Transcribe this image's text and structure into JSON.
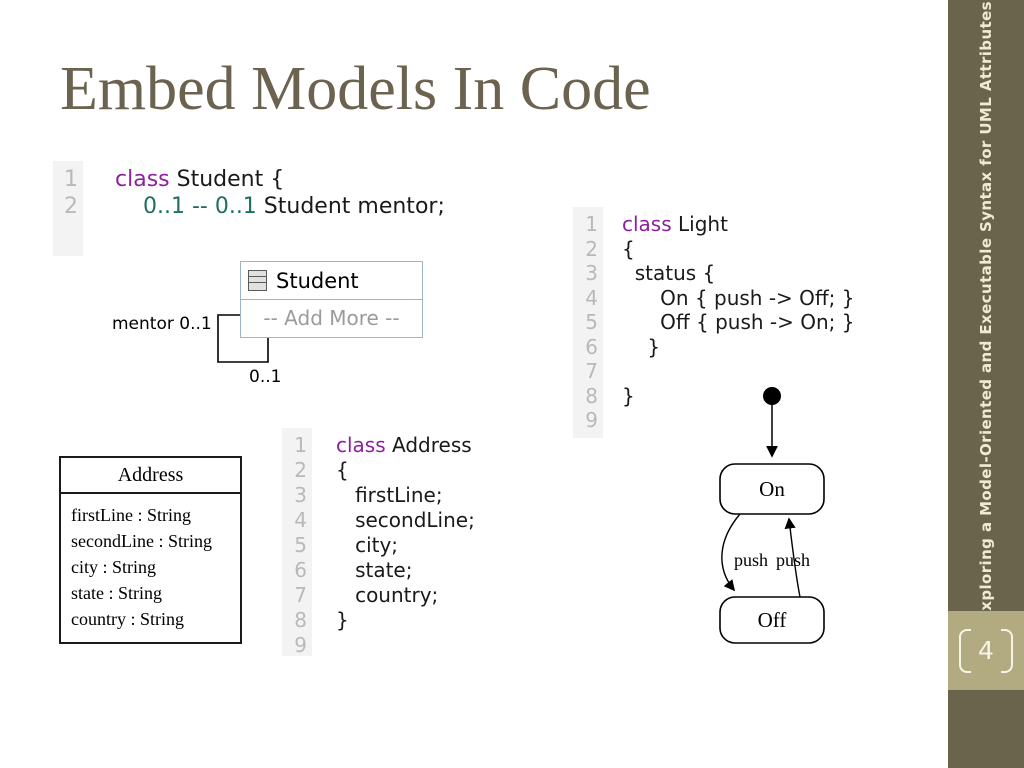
{
  "title": "Embed Models In Code",
  "colors": {
    "title_text": "#6b634f",
    "sidebar_bg": "#6a644d",
    "page_box_bg": "#b2aa81",
    "sidebar_text": "#efead3",
    "code_keyword": "#8e1f9f",
    "code_multiplicity": "#1f6f60",
    "code_plain": "#1a1a1a",
    "gutter_bg": "#f3f3f3",
    "gutter_number": "#b9b9b9",
    "student_box_border": "#9cb7c3",
    "muted_gray": "#9b9b9b"
  },
  "code_blocks": [
    {
      "id": "cb-student",
      "lines": [
        {
          "num": "1",
          "segs": [
            {
              "c": "kw",
              "t": "class "
            },
            {
              "c": "pl",
              "t": "Student {"
            }
          ]
        },
        {
          "num": "2",
          "segs": [
            {
              "c": "pl",
              "t": "    "
            },
            {
              "c": "nm",
              "t": "0..1 -- 0..1"
            },
            {
              "c": "pl",
              "t": " Student mentor;"
            }
          ]
        }
      ]
    },
    {
      "id": "cb-light",
      "lines": [
        {
          "num": "1",
          "segs": [
            {
              "c": "kw",
              "t": "class "
            },
            {
              "c": "pl",
              "t": "Light"
            }
          ]
        },
        {
          "num": "2",
          "segs": [
            {
              "c": "pl",
              "t": "{"
            }
          ]
        },
        {
          "num": "3",
          "segs": [
            {
              "c": "pl",
              "t": "  status {"
            }
          ]
        },
        {
          "num": "4",
          "segs": [
            {
              "c": "pl",
              "t": "      On { push -> Off; }"
            }
          ]
        },
        {
          "num": "5",
          "segs": [
            {
              "c": "pl",
              "t": "      Off { push -> On; }"
            }
          ]
        },
        {
          "num": "6",
          "segs": [
            {
              "c": "pl",
              "t": "    }"
            }
          ]
        },
        {
          "num": "7",
          "segs": []
        },
        {
          "num": "8",
          "segs": [
            {
              "c": "pl",
              "t": "}"
            }
          ]
        },
        {
          "num": "9",
          "segs": []
        }
      ]
    },
    {
      "id": "cb-address",
      "lines": [
        {
          "num": "1",
          "segs": [
            {
              "c": "kw",
              "t": "class "
            },
            {
              "c": "pl",
              "t": "Address"
            }
          ]
        },
        {
          "num": "2",
          "segs": [
            {
              "c": "pl",
              "t": "{"
            }
          ]
        },
        {
          "num": "3",
          "segs": [
            {
              "c": "pl",
              "t": "   firstLine;"
            }
          ]
        },
        {
          "num": "4",
          "segs": [
            {
              "c": "pl",
              "t": "   secondLine;"
            }
          ]
        },
        {
          "num": "5",
          "segs": [
            {
              "c": "pl",
              "t": "   city;"
            }
          ]
        },
        {
          "num": "6",
          "segs": [
            {
              "c": "pl",
              "t": "   state;"
            }
          ]
        },
        {
          "num": "7",
          "segs": [
            {
              "c": "pl",
              "t": "   country;"
            }
          ]
        },
        {
          "num": "8",
          "segs": [
            {
              "c": "pl",
              "t": "}"
            }
          ]
        },
        {
          "num": "9",
          "segs": []
        }
      ]
    }
  ],
  "student_box": {
    "title": "Student",
    "add_more": "-- Add More --",
    "mentor_label": "mentor 0..1",
    "multiplicity_label": "0..1"
  },
  "address_box": {
    "title": "Address",
    "attributes": [
      "firstLine : String",
      "secondLine : String",
      "city : String",
      "state : String",
      "country : String"
    ]
  },
  "statechart": {
    "states": [
      {
        "label": "On"
      },
      {
        "label": "Off"
      }
    ],
    "transition_labels": [
      "push",
      "push"
    ]
  },
  "sidebar": {
    "vertical_text": "Exploring a Model-Oriented and Executable Syntax for UML Attributes",
    "page_number": "4"
  }
}
